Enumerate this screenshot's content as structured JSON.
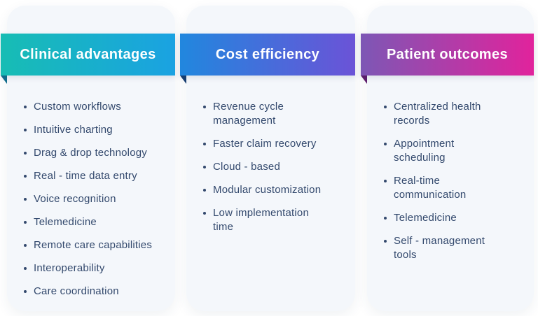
{
  "page": {
    "background_color": "#ffffff",
    "card_background_color": "#f4f7fb",
    "text_color": "#33496d"
  },
  "cards": [
    {
      "title": "Clinical advantages",
      "gradient_start": "#17bdb4",
      "gradient_end": "#1aa2e2",
      "fold_color": "#116e8e",
      "items": [
        "Custom workflows",
        "Intuitive charting",
        "Drag & drop technology",
        "Real - time data entry",
        "Voice recognition",
        "Telemedicine",
        "Remote care capabilities",
        "Interoperability",
        "Care coordination"
      ]
    },
    {
      "title": "Cost efficiency",
      "gradient_start": "#2187de",
      "gradient_end": "#6b53d7",
      "fold_color": "#173f72",
      "items": [
        "Revenue cycle\nmanagement",
        "Faster claim recovery",
        "Cloud - based",
        "Modular customization",
        "Low implementation\ntime"
      ]
    },
    {
      "title": "Patient outcomes",
      "gradient_start": "#7d57b5",
      "gradient_end": "#e1239c",
      "fold_color": "#5e1d6d",
      "items": [
        "Centralized health\nrecords",
        "Appointment\nscheduling",
        "Real-time\ncommunication",
        "Telemedicine",
        "Self - management\ntools"
      ]
    }
  ]
}
